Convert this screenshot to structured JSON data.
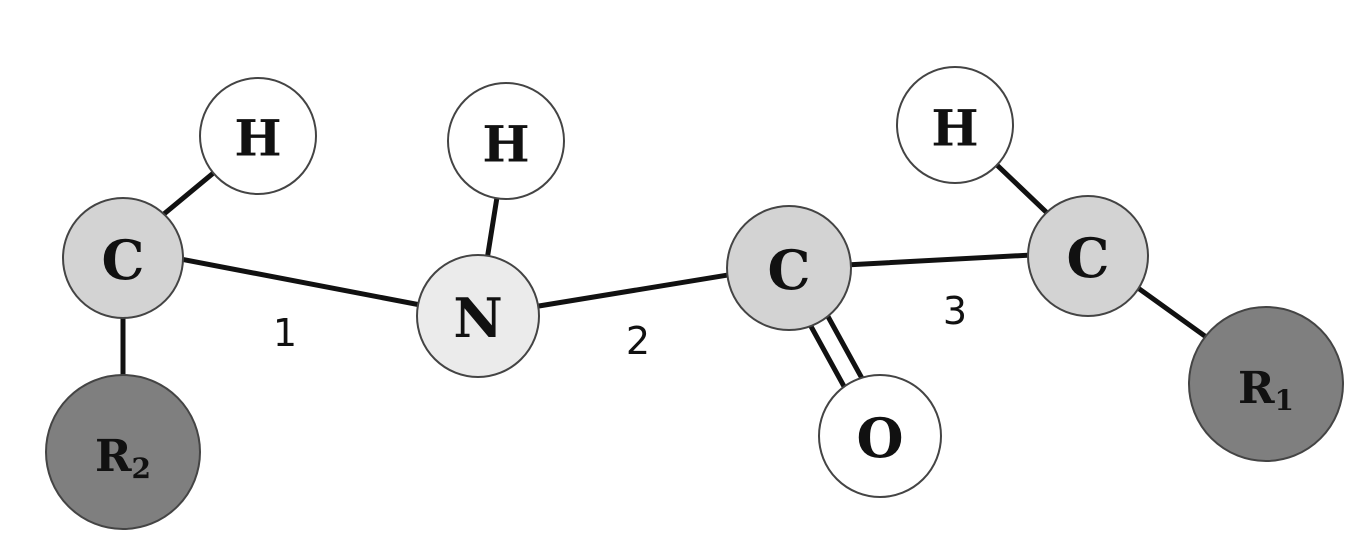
{
  "colors": {
    "carbon": "#d3d3d3",
    "nitrogen": "#ebebeb",
    "hydrogen": "#ffffff",
    "oxygen": "#ffffff",
    "r_group": "#7f7f7f"
  },
  "atoms": {
    "c_left": {
      "symbol": "C"
    },
    "h_left": {
      "symbol": "H"
    },
    "r2": {
      "symbol": "R",
      "subscript": "2"
    },
    "n": {
      "symbol": "N"
    },
    "h_n": {
      "symbol": "H"
    },
    "c_carbonyl": {
      "symbol": "C"
    },
    "o": {
      "symbol": "O"
    },
    "c_right": {
      "symbol": "C"
    },
    "h_right": {
      "symbol": "H"
    },
    "r1": {
      "symbol": "R",
      "subscript": "1"
    }
  },
  "bond_labels": {
    "one": "1",
    "two": "2",
    "three": "3"
  }
}
